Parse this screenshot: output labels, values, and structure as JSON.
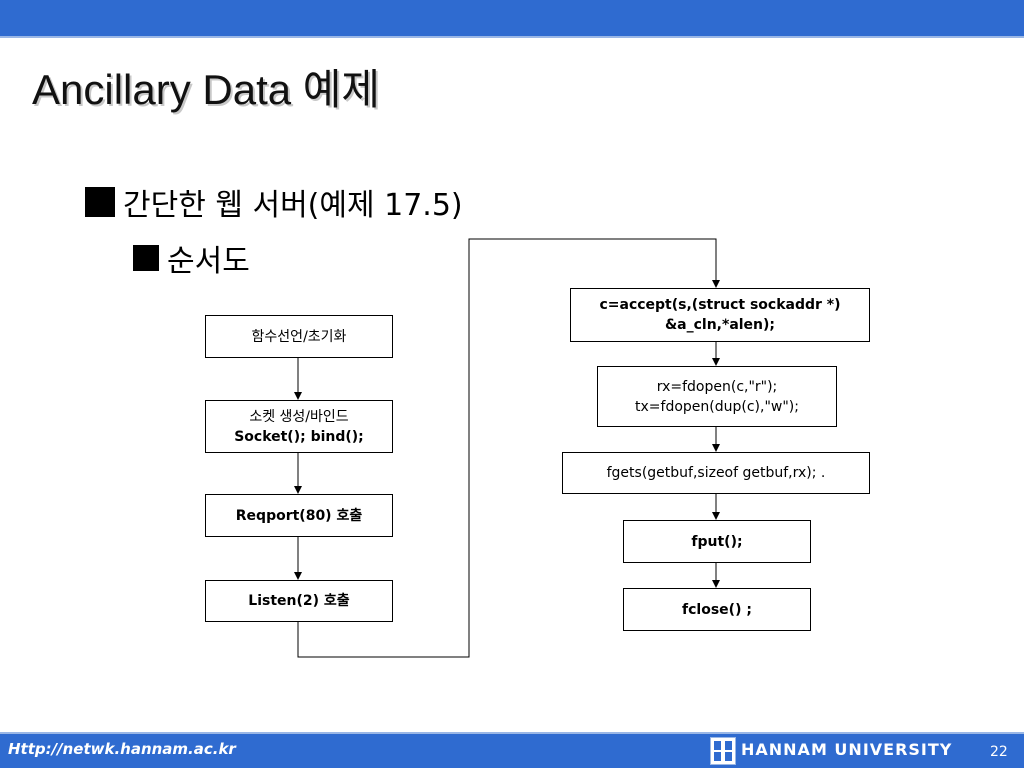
{
  "slide": {
    "title": "Ancillary Data 예제",
    "bullet_1": "간단한 웹 서버(예제 17.5)",
    "bullet_2": "순서도"
  },
  "flowchart": {
    "left_column": [
      {
        "lines": [
          {
            "text": "함수선언/초기화",
            "bold": false
          }
        ]
      },
      {
        "lines": [
          {
            "text": "소켓 생성/바인드",
            "bold": false
          },
          {
            "text": "Socket(); bind();",
            "bold": true
          }
        ]
      },
      {
        "lines": [
          {
            "text": "Reqport(80) 호출",
            "bold": true
          }
        ]
      },
      {
        "lines": [
          {
            "text": "Listen(2) 호출",
            "bold": true
          }
        ]
      }
    ],
    "right_column": [
      {
        "lines": [
          {
            "text": "c=accept(s,(struct sockaddr *)",
            "bold": true
          },
          {
            "text": "&a_cln,*alen);",
            "bold": true
          }
        ]
      },
      {
        "lines": [
          {
            "text": "rx=fdopen(c,\"r\");",
            "bold": false
          },
          {
            "text": "tx=fdopen(dup(c),\"w\");",
            "bold": false
          }
        ]
      },
      {
        "lines": [
          {
            "text": "fgets(getbuf,sizeof getbuf,rx); .",
            "bold": false
          }
        ]
      },
      {
        "lines": [
          {
            "text": "fput();",
            "bold": true
          }
        ]
      },
      {
        "lines": [
          {
            "text": "fclose() ;",
            "bold": true
          }
        ]
      }
    ]
  },
  "footer": {
    "url": "Http://netwk.hannam.ac.kr",
    "university": "HANNAM UNIVERSITY",
    "page_number": "22"
  },
  "colors": {
    "bar": "#2f6bd0",
    "bar_accent": "#9ab7e6"
  }
}
